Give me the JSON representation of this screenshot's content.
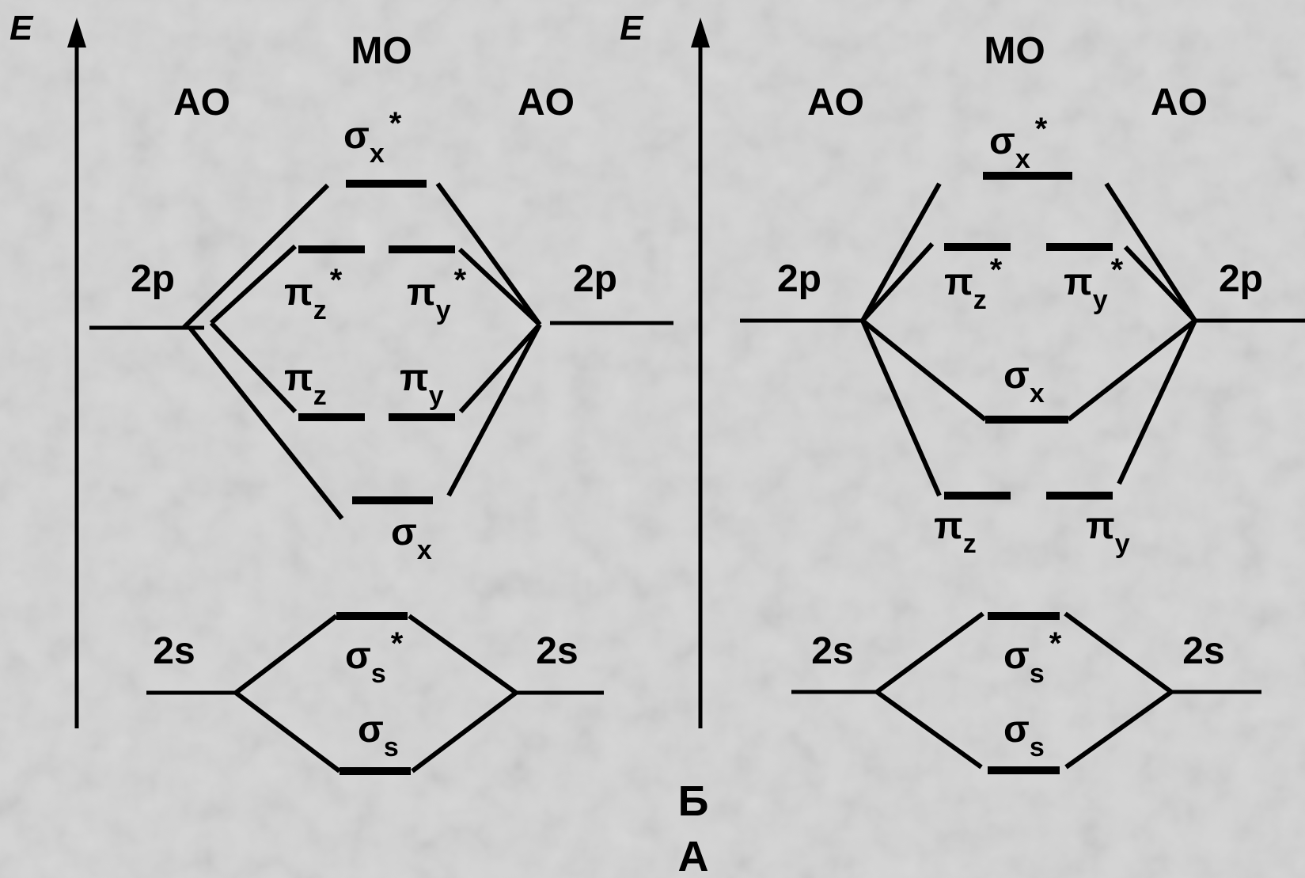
{
  "colors": {
    "background": "#d4d4d4",
    "ink": "#000000"
  },
  "left_panel": {
    "energy_axis": "E",
    "mo_header": "MO",
    "ao_left": "AO",
    "ao_right": "AO",
    "p_left": "2p",
    "p_right": "2p",
    "s_left": "2s",
    "s_right": "2s"
  },
  "right_panel": {
    "energy_axis": "E",
    "mo_header": "MO",
    "ao_left": "AO",
    "ao_right": "AO",
    "p_left": "2p",
    "p_right": "2p",
    "s_left": "2s",
    "s_right": "2s"
  },
  "orbitals": {
    "sigma": "σ",
    "pi": "π",
    "star": "*",
    "sub_x": "x",
    "sub_y": "y",
    "sub_z": "z",
    "sub_s": "s"
  },
  "captions": {
    "upper": "Б",
    "lower": "А"
  }
}
